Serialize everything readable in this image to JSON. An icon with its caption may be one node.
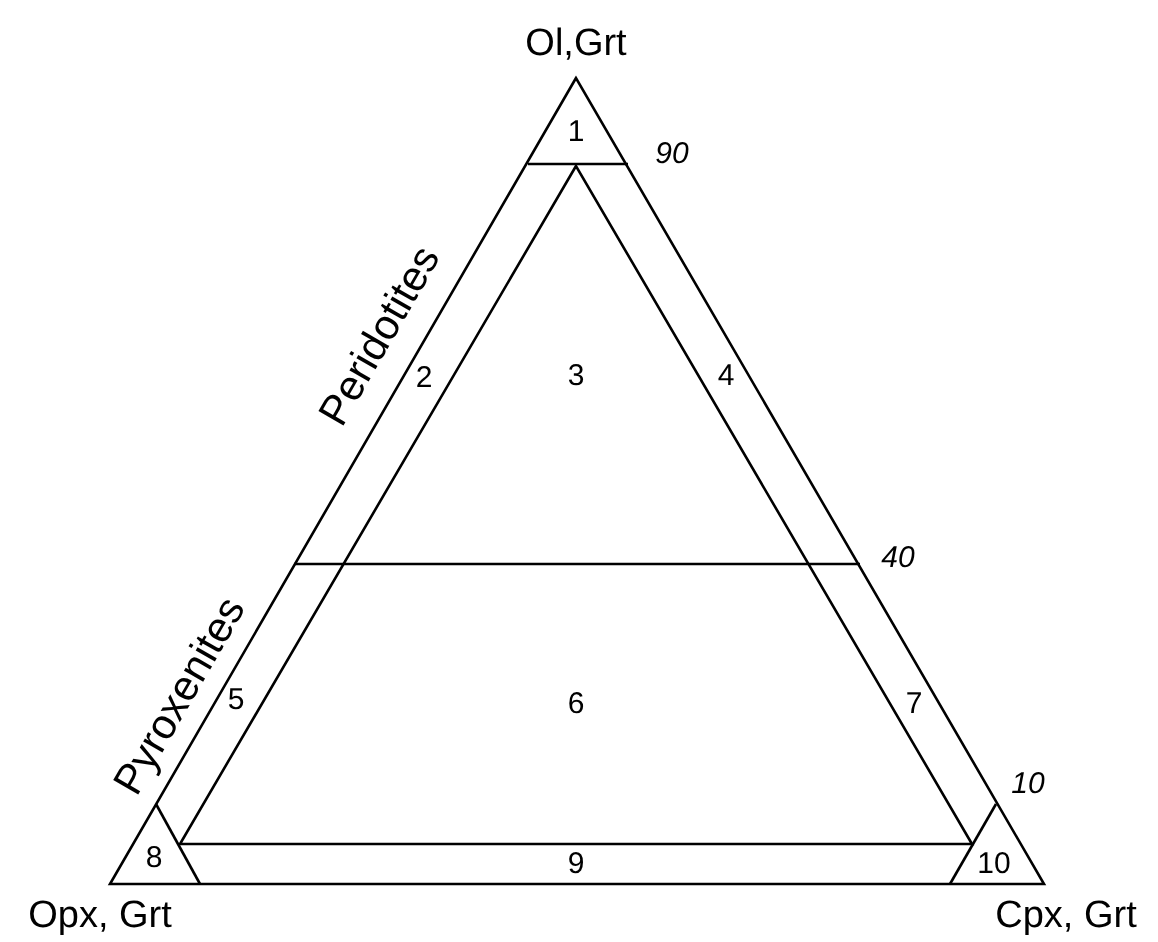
{
  "diagram": {
    "labels": [
      "Ol,Grt",
      "1",
      "90",
      "Peridotites",
      "2",
      "3",
      "4",
      "40",
      "Pyroxenites",
      "5",
      "6",
      "7",
      "10",
      "8",
      "9",
      "10",
      "Opx, Grt",
      "Cpx, Grt"
    ]
  }
}
